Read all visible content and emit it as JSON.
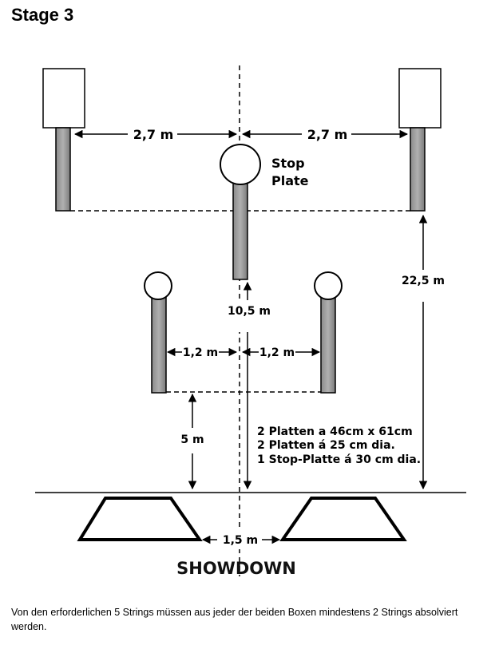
{
  "title": "Stage 3",
  "labels": {
    "top_left": "2,7 m",
    "top_right": "2,7 m",
    "stop_plate_line1": "Stop",
    "stop_plate_line2": "Plate",
    "right_height": "22,5 m",
    "center_height": "10,5 m",
    "mid_left": "1,2 m",
    "mid_right": "1,2 m",
    "left_height": "5 m",
    "bottom_gap": "1,5 m",
    "showdown": "SHOWDOWN"
  },
  "notes": [
    "2 Platten a 46cm x 61cm",
    "2 Platten á 25 cm dia.",
    "1 Stop-Platte á 30 cm dia."
  ],
  "footer": "Von den erforderlichen 5 Strings müssen aus jeder der beiden Boxen mindestens 2 Strings absolviert werden."
}
